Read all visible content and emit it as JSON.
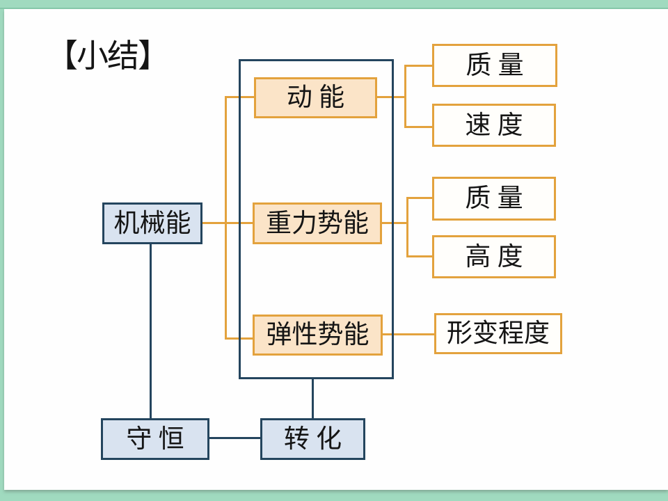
{
  "title": "【小结】",
  "nodes": {
    "mechanical": {
      "label": "机械能"
    },
    "kinetic": {
      "label": "动 能"
    },
    "gravitational": {
      "label": "重力势能"
    },
    "elastic": {
      "label": "弹性势能"
    },
    "kinetic_factors": [
      {
        "label": "质 量"
      },
      {
        "label": "速 度"
      }
    ],
    "gravitational_factors": [
      {
        "label": "质 量"
      },
      {
        "label": "高 度"
      }
    ],
    "elastic_factors": [
      {
        "label": "形变程度"
      }
    ],
    "conservation": {
      "label": "守 恒"
    },
    "transformation": {
      "label": "转 化"
    }
  },
  "colors": {
    "background_green": "#a0dabf",
    "background_green_edge": "#85c7a9",
    "slide_white": "#fefefe",
    "navy_line": "#24455e",
    "blue_fill": "#d9e3f0",
    "orange_line": "#e3a23d",
    "peach_fill": "#fbe4c8",
    "text_ink": "#151515"
  }
}
